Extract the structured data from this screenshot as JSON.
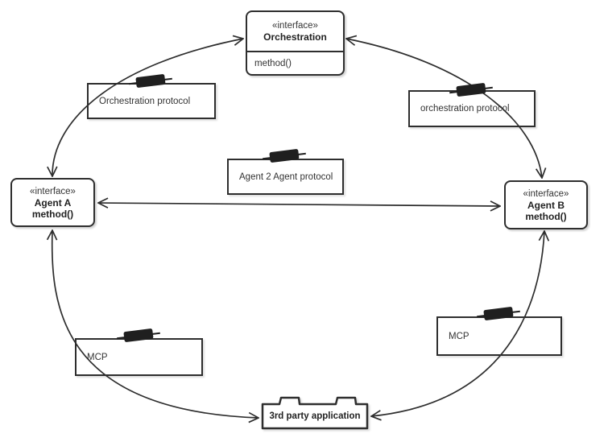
{
  "canvas": {
    "background": "#ffffff",
    "stroke_color": "#2d2d2d",
    "icon_color": "#1f1f1f"
  },
  "nodes": {
    "orchestration": {
      "stereotype": "«interface»",
      "name": "Orchestration",
      "method": "method()"
    },
    "agent_a": {
      "stereotype": "«interface»",
      "name": "Agent A",
      "method": "method()"
    },
    "agent_b": {
      "stereotype": "«interface»",
      "name": "Agent B",
      "method": "method()"
    },
    "third_party_app": {
      "label": "3rd party application"
    }
  },
  "protocol_labels": {
    "orchestration_left": "Orchestration protocol",
    "orchestration_right": "orchestration protocol",
    "agent_to_agent": "Agent 2 Agent protocol",
    "mcp_left": "MCP",
    "mcp_right": "MCP"
  }
}
